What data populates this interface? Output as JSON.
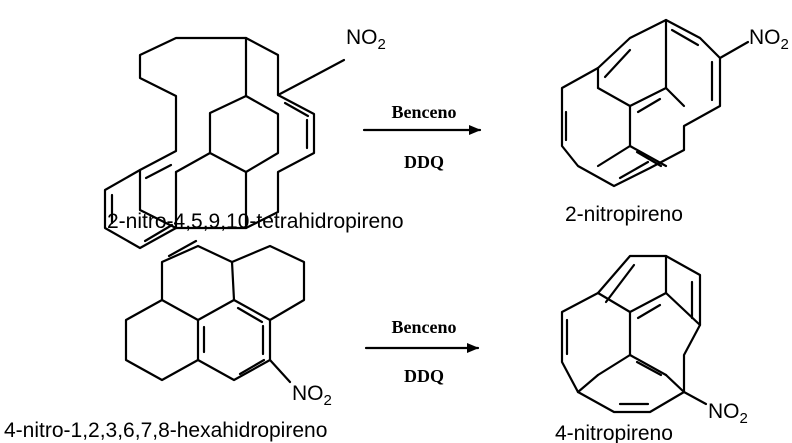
{
  "reaction_1": {
    "reactant": {
      "name": "2-nitro-4,5,9,10-tetrahidropireno",
      "substituent": "NO2"
    },
    "product": {
      "name": "2-nitropireno",
      "substituent": "NO2"
    },
    "conditions": {
      "reagent_above": "Benceno",
      "reagent_below": "DDQ"
    }
  },
  "reaction_2": {
    "reactant": {
      "name": "4-nitro-1,2,3,6,7,8-hexahidropireno",
      "substituent": "NO2"
    },
    "product": {
      "name": "4-nitropireno",
      "substituent": "NO2"
    },
    "conditions": {
      "reagent_above": "Benceno",
      "reagent_below": "DDQ"
    }
  }
}
